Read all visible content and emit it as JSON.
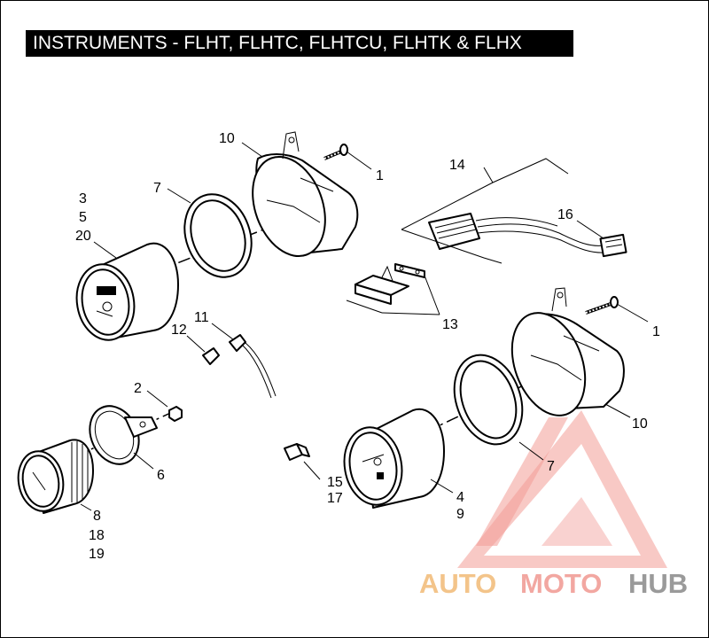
{
  "title": "INSTRUMENTS - FLHT, FLHTC, FLHTCU, FLHTK & FLHX",
  "callouts": {
    "c10_top": "10",
    "c1_top": "1",
    "c7_top": "7",
    "c3": "3",
    "c5": "5",
    "c20": "20",
    "c14": "14",
    "c16": "16",
    "c13": "13",
    "c1_right": "1",
    "c11": "11",
    "c12": "12",
    "c2": "2",
    "c6": "6",
    "c10_right": "10",
    "c7_right": "7",
    "c8": "8",
    "c18": "18",
    "c19": "19",
    "c15": "15",
    "c17": "17",
    "c4": "4",
    "c9": "9"
  },
  "watermark": {
    "part1": "AUTO",
    "part2": "MOTO",
    "part3": "HUB",
    "colors": {
      "auto": "#f3c48a",
      "moto": "#f2a7a1",
      "hub": "#9a9a9a",
      "triangle": "#f08b84"
    }
  }
}
